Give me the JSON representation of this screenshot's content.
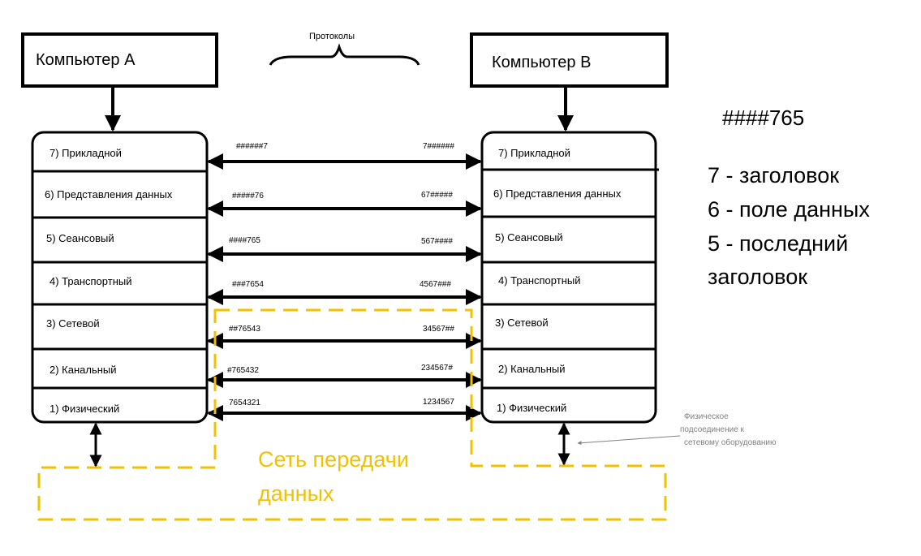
{
  "computers": {
    "a": {
      "label": "Компьютер А"
    },
    "b": {
      "label": "Компьютер В"
    }
  },
  "protocols_label": "Протоколы",
  "layers": [
    "7) Прикладной",
    "6) Представления данных",
    "5) Сеансовый",
    "4) Транспортный",
    "3) Сетевой",
    "2) Канальный",
    "1) Физический"
  ],
  "packet_labels": [
    {
      "left": "######7",
      "right": "7######"
    },
    {
      "left": "#####76",
      "right": "67#####"
    },
    {
      "left": "####765",
      "right": "567####"
    },
    {
      "left": "###7654",
      "right": "4567###"
    },
    {
      "left": "##76543",
      "right": "34567##"
    },
    {
      "left": "#765432",
      "right": "234567#"
    },
    {
      "left": "7654321",
      "right": "1234567"
    }
  ],
  "legend": {
    "code": "####765",
    "lines": [
      "7 - заголовок",
      "6 - поле данных",
      "5 - последний",
      "заголовок"
    ]
  },
  "network_label": [
    "Сеть передачи",
    "данных"
  ],
  "physical_note": [
    "Физическое",
    "подсоединение к",
    "сетевому оборудованию"
  ],
  "colors": {
    "stroke": "#000000",
    "network": "#f2c200",
    "note": "#808080"
  }
}
